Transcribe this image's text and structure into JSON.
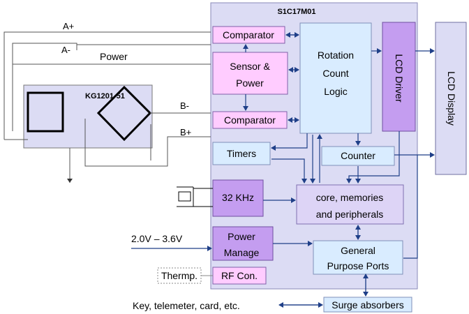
{
  "chip": {
    "title": "S1C17M01"
  },
  "sensor": {
    "title": "KG1201-51"
  },
  "signals": {
    "a_plus": "A+",
    "a_minus": "A-",
    "power": "Power",
    "b_minus": "B-",
    "b_plus": "B+"
  },
  "blocks": {
    "comparator_top": "Comparator",
    "sensor_power": [
      "Sensor &",
      "Power"
    ],
    "comparator_bottom": "Comparator",
    "rotation_logic": [
      "Rotation",
      "Count",
      "Logic"
    ],
    "lcd_driver": "LCD Driver",
    "lcd_display": "LCD Display",
    "timers": "Timers",
    "counter": "Counter",
    "clock": "32 KHz",
    "core": [
      "core, memories",
      "and peripherals"
    ],
    "power_manage": [
      "Power",
      "Manage"
    ],
    "general_ports": [
      "General",
      "Purpose Ports"
    ],
    "rf_con": "RF Con.",
    "temp": "Thermp.",
    "surge": "Surge absorbers"
  },
  "labels": {
    "voltage": "2.0V – 3.6V",
    "external": "Key, telemeter, card, etc."
  },
  "colors": {
    "chip_fill": "#dcdcf4",
    "pink": "#ffccff",
    "light_blue": "#d9ecff",
    "purple": "#c49df0",
    "lavender": "#ddd4f6",
    "arrow": "#1f3f88"
  }
}
